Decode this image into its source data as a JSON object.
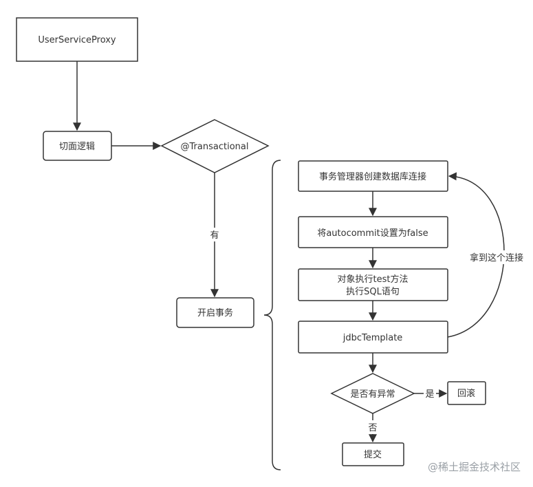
{
  "nodes": {
    "proxy": "UserServiceProxy",
    "aspect": "切面逻辑",
    "transactional": "@Transactional",
    "start_tx": "开启事务",
    "create_conn": "事务管理器创建数据库连接",
    "autocommit": "将autocommit设置为false",
    "exec_line1": "对象执行test方法",
    "exec_line2": "执行SQL语句",
    "jdbc": "jdbcTemplate",
    "has_exception": "是否有异常",
    "rollback": "回滚",
    "commit": "提交"
  },
  "edges": {
    "yes_has": "有",
    "take_conn": "拿到这个连接",
    "yes": "是",
    "no": "否"
  },
  "watermark": "@稀土掘金技术社区",
  "colors": {
    "stroke": "#333333",
    "fill": "#ffffff",
    "text": "#333333",
    "watermark": "#9aa0a6"
  }
}
